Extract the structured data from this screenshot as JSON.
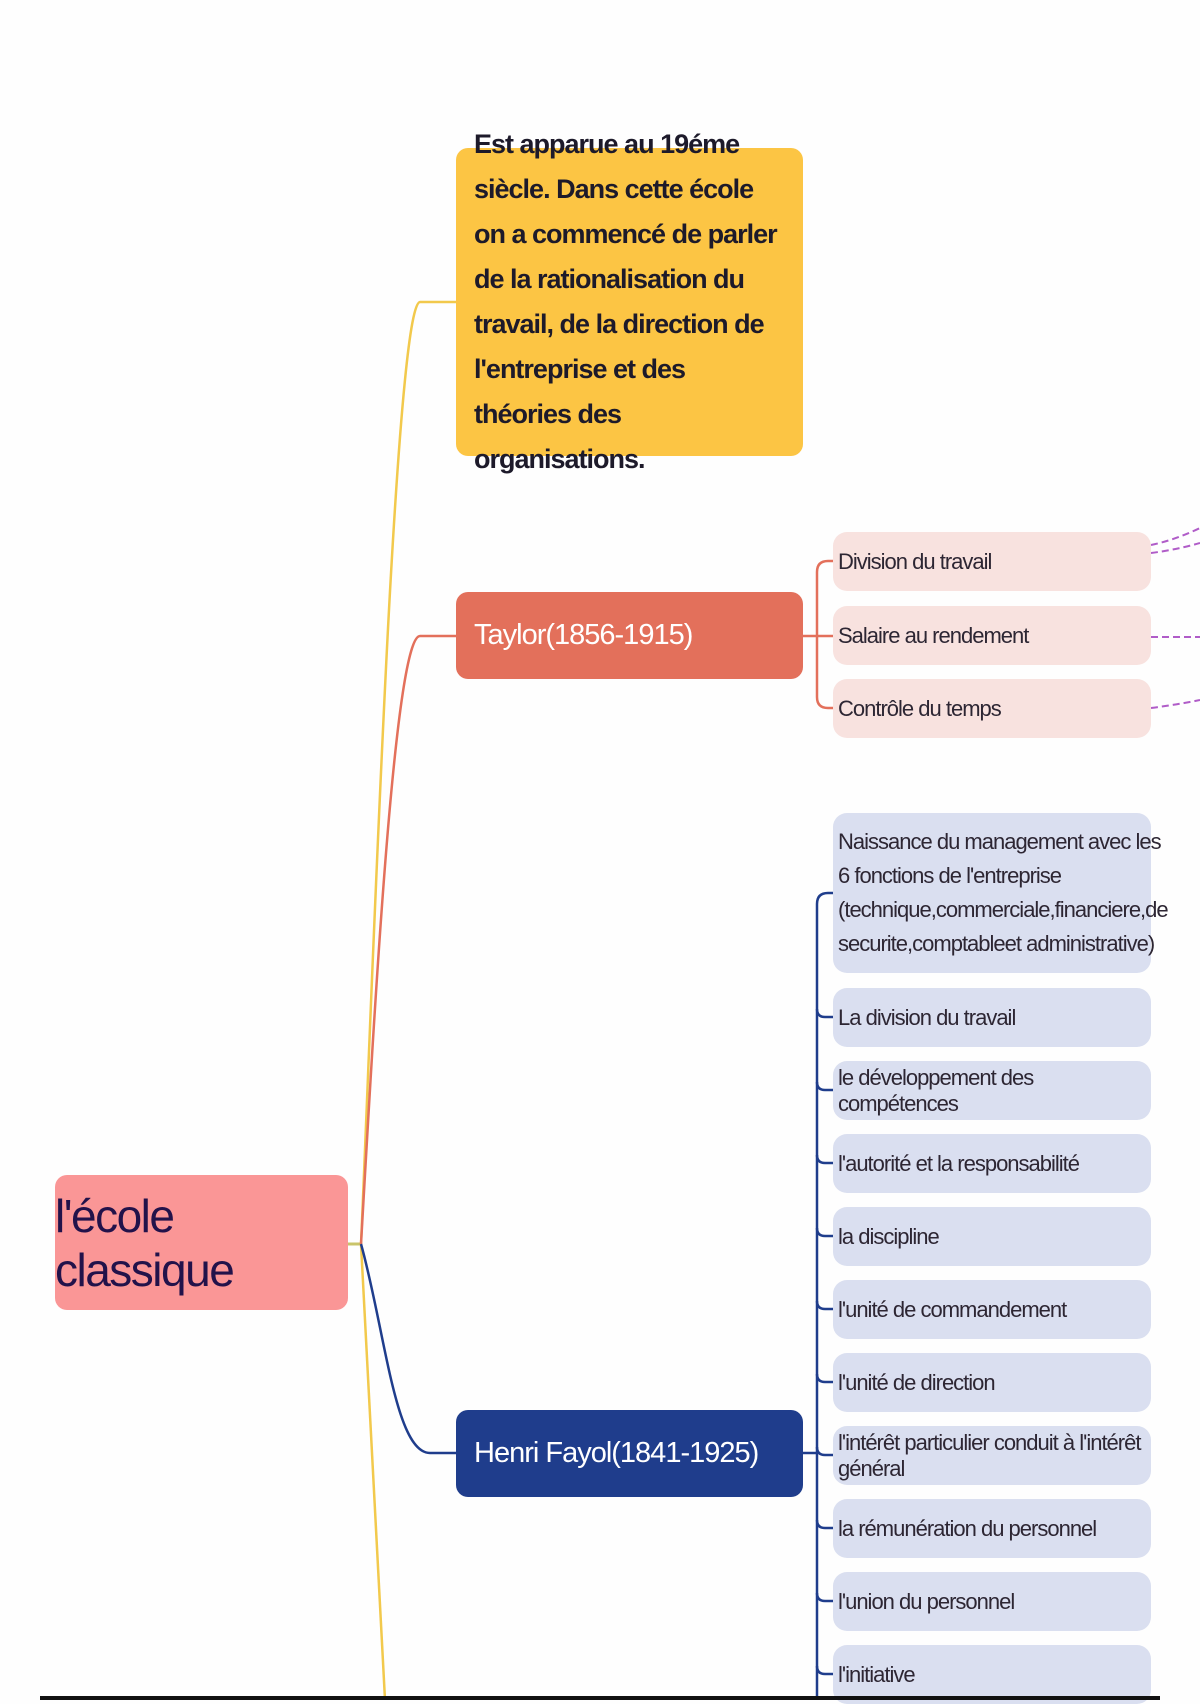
{
  "root": {
    "label": "l'école classique"
  },
  "intro": {
    "text": "Est apparue au 19éme siècle. Dans cette école on a commencé de parler de la rationalisation du travail, de la direction de l'entreprise et des théories des organisations."
  },
  "taylor": {
    "label": "Taylor(1856-1915)",
    "items": [
      "Division du travail",
      "Salaire au rendement",
      "Contrôle du temps"
    ]
  },
  "fayol": {
    "label": "Henri Fayol(1841-1925)",
    "items": [
      "Naissance du management avec les 6 fonctions de l'entreprise (technique,commerciale,financiere,de securite,comptableet administrative)",
      "La division du travail",
      "le développement des compétences",
      "l'autorité et la responsabilité",
      "la discipline",
      "l'unité de commandement",
      "l'unité de direction",
      "l'intérêt particulier conduit à l'intérêt général",
      "la rémunération du personnel",
      "l'union du personnel",
      "l'initiative"
    ]
  },
  "colors": {
    "root": "#fa9696",
    "intro": "#fcc544",
    "taylor": "#e3705b",
    "fayol": "#1f3d8c",
    "taylor_items": "#f8e2df",
    "fayol_items": "#dadff0",
    "dashed": "#b05cc8"
  }
}
